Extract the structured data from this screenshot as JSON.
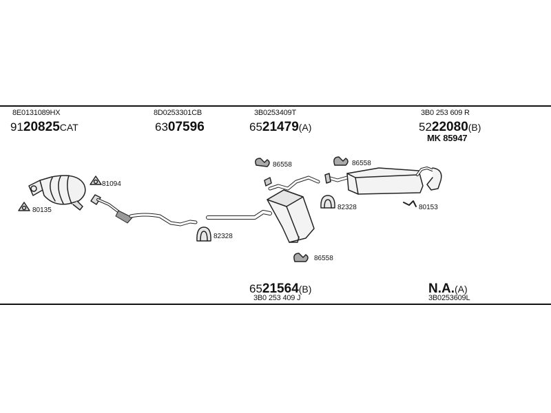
{
  "columns": [
    {
      "oe": "8E0131089HX",
      "prefix": "91",
      "bold": "20825",
      "suffix": "CAT"
    },
    {
      "oe": "8D0253301CB",
      "prefix": "63",
      "bold": "07596",
      "suffix": ""
    },
    {
      "oe": "3B0253409T",
      "prefix": "65",
      "bold": "21479",
      "suffix": "(A)"
    },
    {
      "oe": "3B0 253 609 R",
      "prefix": "52",
      "bold": "22080",
      "suffix": "(B)",
      "extra": "MK 85947"
    }
  ],
  "bottom": [
    {
      "prefix": "65",
      "bold": "21564",
      "suffix": "(B)",
      "oe": "3B0 253 409 J"
    },
    {
      "prefix": "",
      "bold": "N.A.",
      "suffix": "(A)",
      "oe": "3B0253609L"
    }
  ],
  "tags": {
    "t81094": "81094",
    "t80135": "80135",
    "t82328a": "82328",
    "t86558a": "86558",
    "t86558b": "86558",
    "t82328b": "82328",
    "t80153": "80153",
    "t86558c": "86558"
  }
}
